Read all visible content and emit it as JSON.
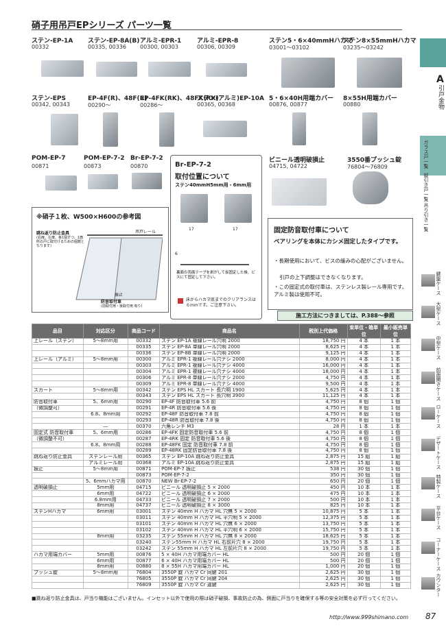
{
  "header": {
    "title": "硝子用吊戸EPシリーズ パーツ一覧"
  },
  "products": [
    {
      "name": "ステン-EP-1A",
      "code": "00332"
    },
    {
      "name": "ステン-EP-8A(B)",
      "code": "00335, 00336"
    },
    {
      "name": "アルミ-EPR-1",
      "code": "00300, 00303"
    },
    {
      "name": "アルミ-EPR-8",
      "code": "00306, 00309"
    },
    {
      "name": "ステン5・6×40mmHハカマ",
      "code": "03001〜03102"
    },
    {
      "name": "ステン8×55mmHハカマ",
      "code": "03235〜03242"
    },
    {
      "name": "ステン-EPS",
      "code": "00342, 00343"
    },
    {
      "name": "EP-4F(R)、48F(R)",
      "code": "00290〜"
    },
    {
      "name": "EP-4FK(RK)、48FK(RK)",
      "code": "00286〜"
    },
    {
      "name": "ステン(アルミ)EP-10A",
      "code": "00365, 00368"
    },
    {
      "name": "5・6×40H用端カバー",
      "code": "00876, 00877"
    },
    {
      "name": "8×55H用端カバー",
      "code": "00880"
    },
    {
      "name": "POM-EP-7",
      "code": "00871"
    },
    {
      "name": "POM-EP-7-2",
      "code": "00873"
    },
    {
      "name": "Br-EP-7-2",
      "code": "00870"
    },
    {
      "name": "ビニール透明破損止",
      "code": "04715, 04722"
    },
    {
      "name": "3550番プッシュ錠",
      "code": "76804〜76809"
    }
  ],
  "ref": {
    "title": "※硝子１枚、W500×H600の参考図",
    "rail": "吊戸レール",
    "guard": "跳ね返り防止金具",
    "guard_note": "(右扉、左扉、各1個ずつ、1箇所の戸に取付けるための個数となります)",
    "stop": "振止",
    "lock": "防音取付車",
    "lock_note": "(前取付用・後取付用 有り)"
  },
  "br": {
    "title": "Br-EP-7-2",
    "title2": "取付位置について",
    "subtitle": "ステン40mmH5mm用・6mm用",
    "dim1": "17",
    "dim2": "17",
    "dim3": "6",
    "note": "裏面の両面テープを剥がして仮固定した後、ビスにて固定して下さい。",
    "bullet": "床からハカマ底までのクリアランスは６mmです。ご注意下さい。"
  },
  "fixed": {
    "title": "固定防音取付車について",
    "lead": "ベアリングを本体にカシメ固定したタイプです。",
    "b1": "・長期使用において、ビスの緩みの心配がございません。",
    "b2": "引戸の上下調整はできなくなります。",
    "b3": "・この固定式の取付車は、ステンレス製レール専用です。アルミ製は使用不可。"
  },
  "method": "施工方法につきましては、P.388〜参照",
  "table": {
    "headers": [
      "品目",
      "対応区分",
      "商品コード",
      "商品名",
      "税別上代価格",
      "束単位・箱単位",
      "最小販売単位"
    ],
    "rows": [
      [
        "上レール（ステン）",
        "5〜8mm用",
        "00332",
        "ステン EP-1A 複線レール穴明 2000",
        "18,750 円",
        "4 本",
        "1 本"
      ],
      [
        "",
        "",
        "00335",
        "ステン EP-8A 単線レール穴明 2000",
        "8,625 円",
        "4 本",
        "1 本"
      ],
      [
        "",
        "",
        "00336",
        "ステン EP-8B 単線レール穴明 2000",
        "9,125 円",
        "4 本",
        "1 本"
      ],
      [
        "上レール（アルミ）",
        "5〜8mm用",
        "00300",
        "アルミ EPR-1 複線レール穴ナシ 2000",
        "8,000 円",
        "4 本",
        "1 本"
      ],
      [
        "",
        "",
        "00303",
        "アルミ EPR-1 複線レール穴ナシ 4000",
        "16,000 円",
        "4 本",
        "1 本"
      ],
      [
        "",
        "",
        "00304",
        "アルミ EPR-1 複線レール穴ナシ 4000",
        "18,000 円",
        "4 本",
        "1 本"
      ],
      [
        "",
        "",
        "00306",
        "アルミ EPR-8 単線レール穴ナシ 2000",
        "4,750 円",
        "4 本",
        "1 本"
      ],
      [
        "",
        "",
        "00309",
        "アルミ EPR-8 単線レール穴ナシ 4000",
        "9,500 円",
        "4 本",
        "1 本"
      ],
      [
        "スカート",
        "5〜8mm用",
        "00342",
        "ステン EPS HL スカート 長穴明 1900",
        "5,625 円",
        "4 本",
        "1 本"
      ],
      [
        "",
        "",
        "00343",
        "ステン EPS HL スカート 長穴明 3900",
        "11,125 円",
        "4 本",
        "1 本"
      ],
      [
        "防音取付車",
        "5、6mm用",
        "00290",
        "EP-4F 防音取付車 5.6 前",
        "4,750 円",
        "8 個",
        "1 個"
      ],
      [
        "（微調整可）",
        "",
        "00291",
        "EP-4R 防音取付車 5.6 後",
        "4,750 円",
        "8 個",
        "1 個"
      ],
      [
        "",
        "6.8、8mm用",
        "00292",
        "EP-48F 防音取付車 7.8 前",
        "4,750 円",
        "8 個",
        "1 個"
      ],
      [
        "",
        "",
        "00293",
        "EP-48R 防音取付車 7.8 後",
        "4,750 円",
        "8 個",
        "1 個"
      ],
      [
        "",
        "―",
        "00370",
        "六角レンチ M3",
        "28 円",
        "1 本",
        "1 本"
      ],
      [
        "固定式 防音取付車",
        "5、6mm用",
        "00286",
        "EP-4FK 固定防音取付車 5.6 前",
        "4,750 円",
        "8 個",
        "1 個"
      ],
      [
        "（微調整不可）",
        "",
        "00287",
        "EP-4RK 固定 防音取付車 5.6 後",
        "4,750 円",
        "8 個",
        "1 個"
      ],
      [
        "",
        "6.8、8mm用",
        "00288",
        "EP-48FK 固定 防音取付車 7.8 前",
        "4,750 円",
        "8 個",
        "1 個"
      ],
      [
        "",
        "",
        "00289",
        "EP-48RK 固定防音取付車 7.8 後",
        "4,750 円",
        "8 個",
        "1 個"
      ],
      [
        "跳ね返り防止金具",
        "ステンレール用",
        "00365",
        "ステン EP-10A 跳ね返り防止金具",
        "2,875 円",
        "15 組",
        "1 組"
      ],
      [
        "",
        "アルミレール用",
        "00368",
        "アルミ EP-10A 跳ね返り防止金具",
        "2,875 円",
        "15 組",
        "1 組"
      ],
      [
        "振止",
        "5〜8mm用",
        "00871",
        "POM-EP-7 振止",
        "538 円",
        "30 個",
        "1 個"
      ],
      [
        "",
        "",
        "00873",
        "POM-EP-7-2",
        "350 円",
        "30 個",
        "1 個"
      ],
      [
        "",
        "5、6mmハカマ用",
        "00870",
        "NEW Br-EP-7-2",
        "650 円",
        "20 個",
        "1 個"
      ],
      [
        "透明破損止",
        "5mm用",
        "04715",
        "ビニール 透明破損止 5 × 2000",
        "450 円",
        "10 本",
        "1 本"
      ],
      [
        "",
        "6mm用",
        "04722",
        "ビニール 透明破損止 6 × 2000",
        "475 円",
        "10 本",
        "1 本"
      ],
      [
        "",
        "6.8mm用",
        "04733",
        "ビニール 透明破損止 7 × 2000",
        "500 円",
        "10 本",
        "1 本"
      ],
      [
        "",
        "8mm用",
        "04737",
        "ビニール 透明破損止 8 × 3000",
        "825 円",
        "10 本",
        "1 本"
      ],
      [
        "ステンHハカマ",
        "6mm用",
        "03001",
        "ステン 40mm H ハカマ HL 穴無 5 × 2000",
        "10,875 円",
        "5 本",
        "1 本"
      ],
      [
        "",
        "",
        "03011",
        "ステン 40mm H ハカマ HL 平穴明 5 × 2000",
        "12,375 円",
        "5 本",
        "1 本"
      ],
      [
        "",
        "",
        "03101",
        "ステン 40mm H ハカマ HL 穴無 6 × 2000",
        "13,750 円",
        "5 本",
        "1 本"
      ],
      [
        "",
        "",
        "03102",
        "ステン 40mm H ハカマ HL 平穴明 6 × 2000",
        "15,750 円",
        "5 本",
        "1 本"
      ],
      [
        "",
        "8mm用",
        "03235",
        "ステン 55mm H ハカマ HL 穴無 8 × 2000",
        "18,625 円",
        "5 本",
        "1 本"
      ],
      [
        "",
        "",
        "03240",
        "ステン55mm H ハカマ HL 右前片穴 8 × 2000",
        "19,750 円",
        "5 本",
        "1 本"
      ],
      [
        "",
        "",
        "03242",
        "ステン 55mm H ハカマ HL 左前片穴 8 × 2000",
        "19,750 円",
        "5 本",
        "1 本"
      ],
      [
        "ハカマ用端カバー",
        "5mm用",
        "00876",
        "5 × 40H ハカマ用端カバー HL",
        "500 円",
        "20 個",
        "1 個"
      ],
      [
        "",
        "6mm用",
        "00877",
        "6 × 40H ハカマ用端カバー HL",
        "500 円",
        "20 個",
        "1 個"
      ],
      [
        "",
        "8mm用",
        "00880",
        "8 × 55H ハカマ用端カバー HL",
        "1,000 円",
        "20 個",
        "1 個"
      ],
      [
        "プッシュ錠",
        "5〜8mm用",
        "76804",
        "3550P 錠 ハカマ Cr 同鍵 201",
        "2,625 円",
        "30 個",
        "1 個"
      ],
      [
        "",
        "",
        "76805",
        "3550P 錠 ハカマ Cr 同鍵 204",
        "2,625 円",
        "30 個",
        "1 個"
      ],
      [
        "",
        "",
        "76809",
        "3550P 錠 ハカマ Cr 違鍵",
        "2,625 円",
        "30 個",
        "1 個"
      ]
    ]
  },
  "footer": {
    "note": "■跳ね返り防止金具は、戸当り機能はございません。インセット以外で使用の際は硝子破損、事故防止の為、側面に戸当りを確保する等の安全対策を必ず行ってください。",
    "url": "http://www.999shimano.com",
    "page": "87"
  },
  "side": {
    "letter": "A",
    "cat": "引戸金物",
    "l1": "ガラス戸一覧",
    "l2": "縦引き戸一覧",
    "l3": "吊り引き一覧",
    "l4": "鍵盤ケース",
    "l5": "大型ケース",
    "l6": "中型ケース",
    "l7": "前面開きケース",
    "l8": "ローケース",
    "l9": "デザートケース",
    "l10": "特製ケース",
    "l11": "平台ケース",
    "l12": "コーナーケース",
    "l13": "カウンター"
  },
  "colors": {
    "accent": "#5aa39a",
    "header": "#6c6c6c"
  }
}
